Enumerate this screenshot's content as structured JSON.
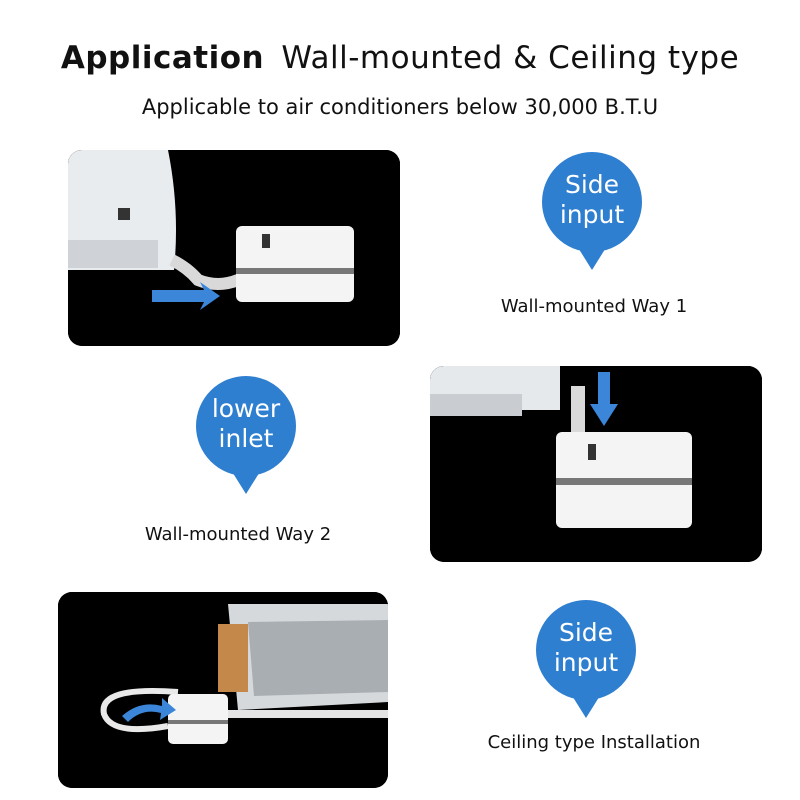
{
  "header": {
    "title_bold": "Application",
    "title_rest": "Wall-mounted & Ceiling type",
    "subtitle": "Applicable to air conditioners below 30,000 B.T.U"
  },
  "sections": [
    {
      "pin_line1": "Side",
      "pin_line2": "input",
      "caption": "Wall-mounted Way 1"
    },
    {
      "pin_line1": "lower",
      "pin_line2": "inlet",
      "caption": "Wall-mounted Way 2"
    },
    {
      "pin_line1": "Side",
      "pin_line2": "input",
      "caption": "Ceiling type Installation"
    }
  ],
  "colors": {
    "pin": "#2f7fd0",
    "arrow": "#3b86d8",
    "photo_bg": "#000000"
  }
}
